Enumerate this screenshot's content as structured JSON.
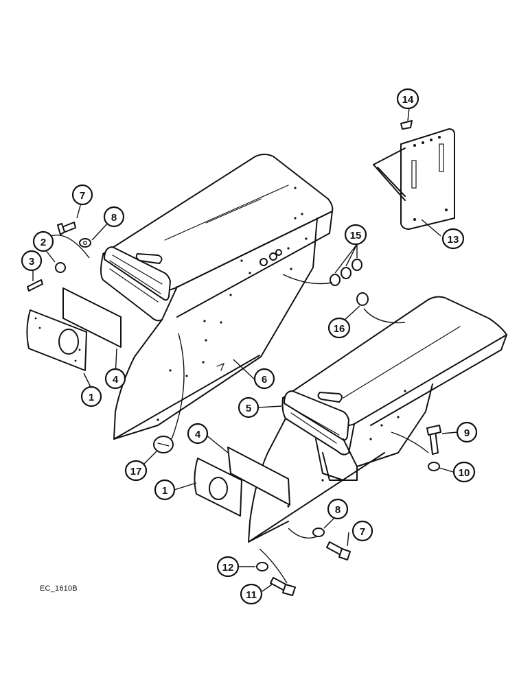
{
  "figure": {
    "reference_code": "EC_1610B"
  },
  "callouts": [
    {
      "id": "c1a",
      "label": "1"
    },
    {
      "id": "c1b",
      "label": "1"
    },
    {
      "id": "c2",
      "label": "2"
    },
    {
      "id": "c3",
      "label": "3"
    },
    {
      "id": "c4a",
      "label": "4"
    },
    {
      "id": "c4b",
      "label": "4"
    },
    {
      "id": "c5",
      "label": "5"
    },
    {
      "id": "c6",
      "label": "6"
    },
    {
      "id": "c7a",
      "label": "7"
    },
    {
      "id": "c7b",
      "label": "7"
    },
    {
      "id": "c8a",
      "label": "8"
    },
    {
      "id": "c8b",
      "label": "8"
    },
    {
      "id": "c9",
      "label": "9"
    },
    {
      "id": "c10",
      "label": "10"
    },
    {
      "id": "c11",
      "label": "11"
    },
    {
      "id": "c12",
      "label": "12"
    },
    {
      "id": "c13",
      "label": "13"
    },
    {
      "id": "c14",
      "label": "14"
    },
    {
      "id": "c15",
      "label": "15"
    },
    {
      "id": "c16",
      "label": "16"
    },
    {
      "id": "c17",
      "label": "17"
    }
  ]
}
